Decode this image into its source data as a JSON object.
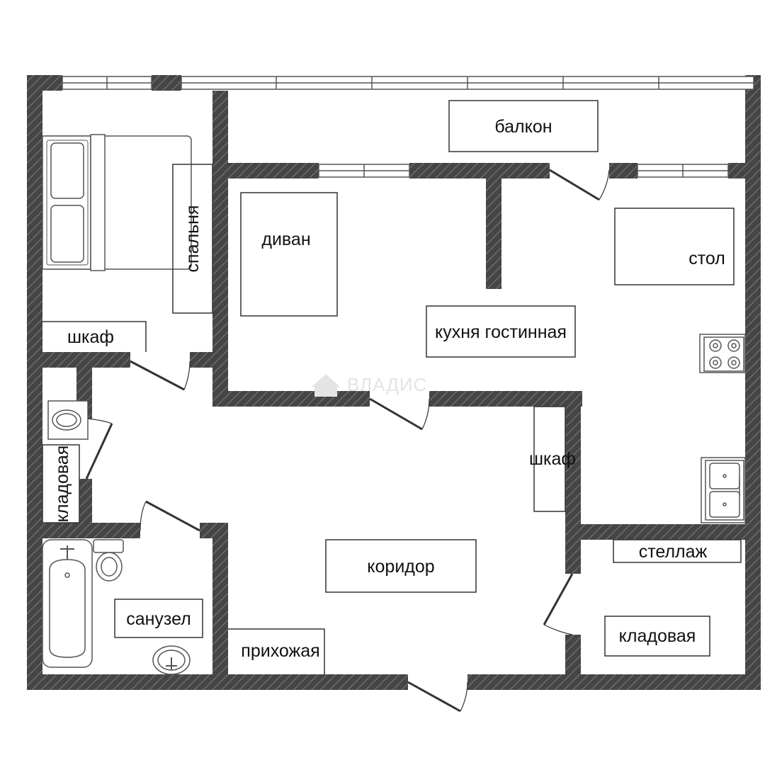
{
  "colors": {
    "wall_fill": "#454545",
    "wall_hatch": "#6c6c6c",
    "line": "#333333",
    "furniture_stroke": "#555555",
    "watermark": "#e4e4e4",
    "background": "#ffffff"
  },
  "watermark": {
    "text": "ВЛАДИС",
    "icon": "house-logo-icon"
  },
  "rooms": {
    "balcony": "балкон",
    "bedroom": "спальня",
    "sofa": "диван",
    "table": "стол",
    "kitchen_living": "кухня гостинная",
    "wardrobe_bedroom": "шкаф",
    "wardrobe_corridor": "шкаф",
    "pantry_left": "кладовая",
    "bathroom": "санузел",
    "corridor": "коридор",
    "hallway": "прихожая",
    "rack": "стеллаж",
    "pantry_right": "кладовая"
  },
  "icons": {
    "bed": "bed-icon",
    "stove": "stove-icon",
    "sink": "kitchen-sink-icon",
    "toilet": "toilet-icon",
    "bathtub": "bathtub-icon",
    "washbasin": "washbasin-icon",
    "door": "door-swing-icon",
    "window": "window-icon"
  }
}
